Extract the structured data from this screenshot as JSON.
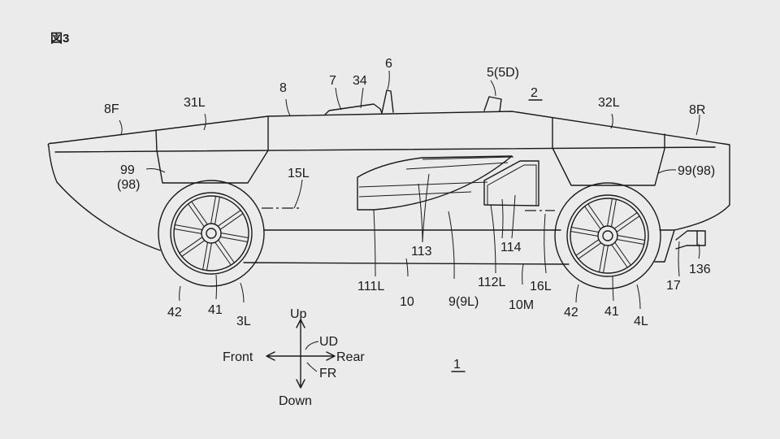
{
  "figure_label": "図3",
  "figure_ref": "1",
  "labels": {
    "l8F": "8F",
    "l31L": "31L",
    "l8": "8",
    "l7": "7",
    "l34": "34",
    "l6": "6",
    "l5": "5(5D)",
    "l2": "2",
    "l32L": "32L",
    "l8R": "8R",
    "l99a": "99",
    "l98a": "(98)",
    "l99b": "99(98)",
    "l15L": "15L",
    "l113": "113",
    "l114": "114",
    "l111L": "111L",
    "l10": "10",
    "l9": "9(9L)",
    "l112L": "112L",
    "l16L": "16L",
    "l10M": "10M",
    "l42a": "42",
    "l41a": "41",
    "l3L": "3L",
    "l42b": "42",
    "l41b": "41",
    "l4L": "4L",
    "l17": "17",
    "l136": "136"
  },
  "compass": {
    "up": "Up",
    "down": "Down",
    "front": "Front",
    "rear": "Rear",
    "ud": "UD",
    "fr": "FR"
  }
}
